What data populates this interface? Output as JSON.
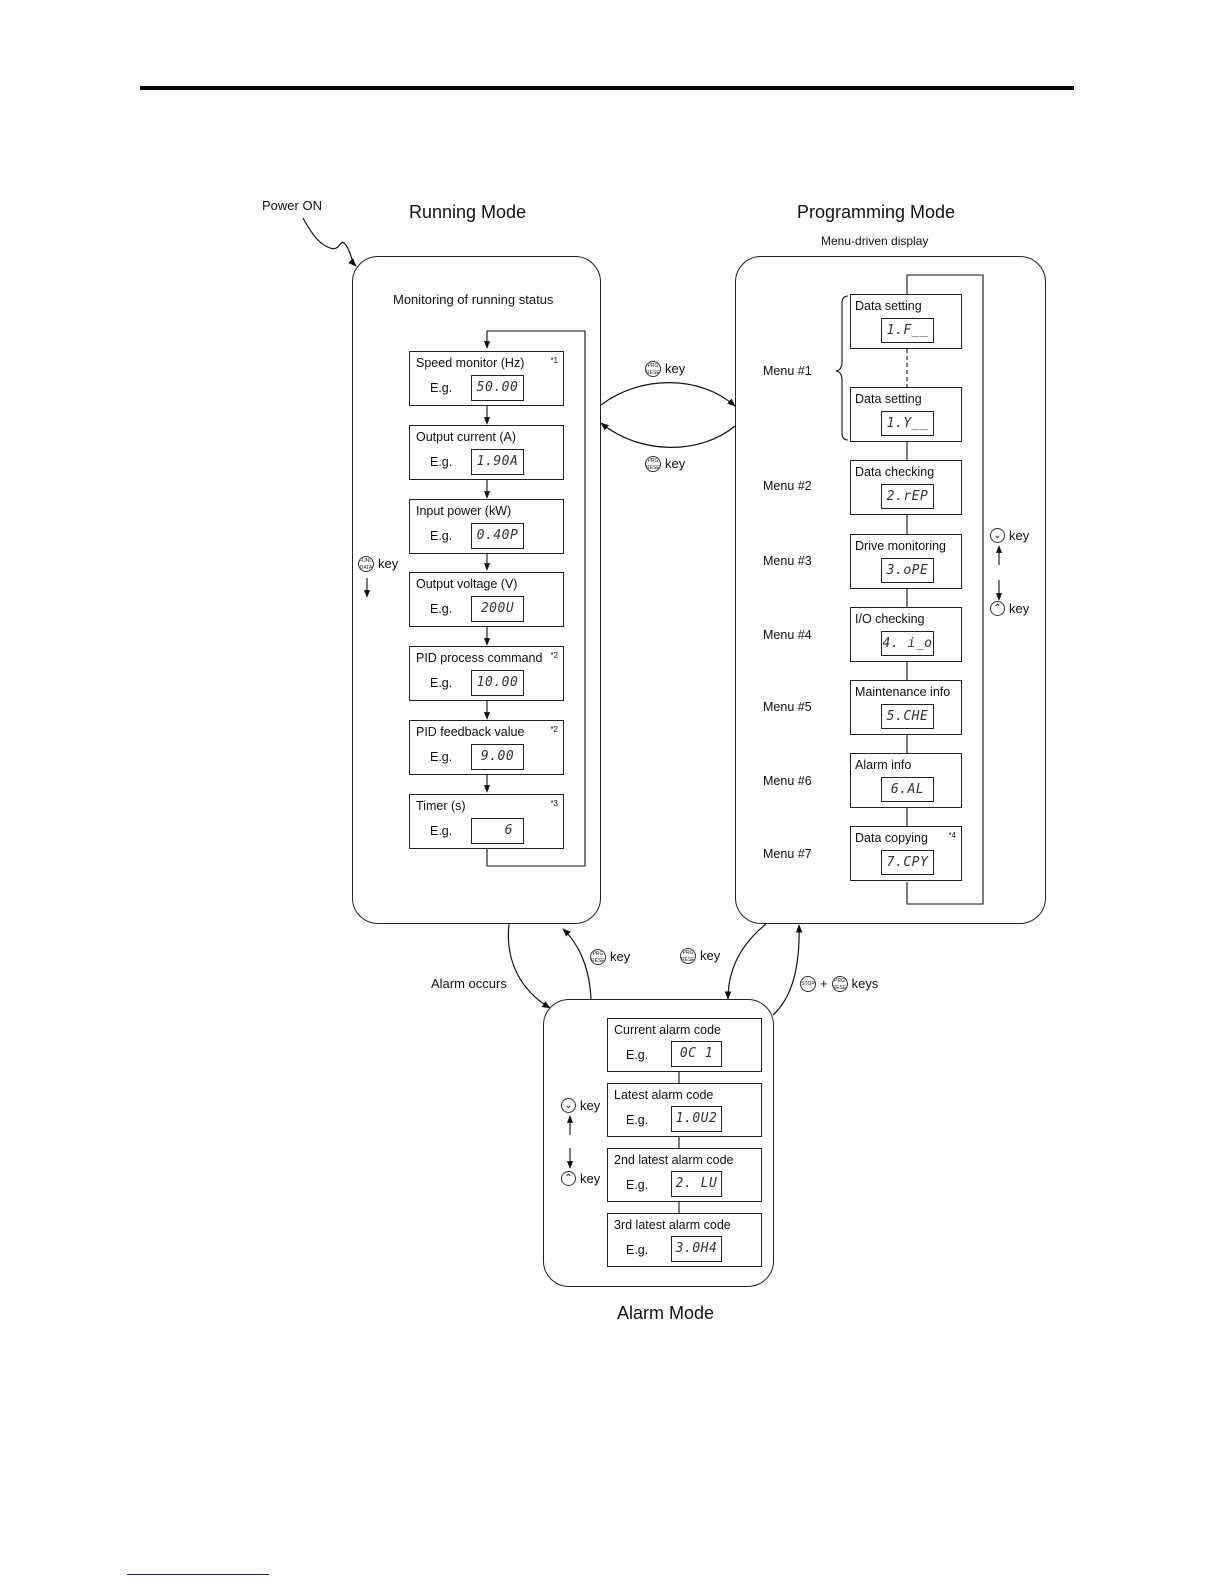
{
  "page": {
    "header_rule": true,
    "footer_rule_color": "#1b1b8f"
  },
  "power_on": "Power ON",
  "running_mode": {
    "title": "Running Mode",
    "subtitle": "Monitoring of running status",
    "eg_label": "E.g.",
    "func_key_label": "key",
    "func_key_glyph": "FUNC DATA",
    "items": [
      {
        "label": "Speed monitor (Hz)",
        "display": "50.00",
        "note": "*1"
      },
      {
        "label": "Output current (A)",
        "display": "1.90A",
        "note": ""
      },
      {
        "label": "Input power (kW)",
        "display": "0.40P",
        "note": ""
      },
      {
        "label": "Output voltage (V)",
        "display": "200U",
        "note": ""
      },
      {
        "label": "PID process command",
        "display": "10.00",
        "note": "*2"
      },
      {
        "label": "PID feedback value",
        "display": "9.00",
        "note": "*2"
      },
      {
        "label": "Timer (s)",
        "display": "6",
        "note": "*3"
      }
    ]
  },
  "programming_mode": {
    "title": "Programming Mode",
    "subtitle": "Menu-driven display",
    "down_key_label": "key",
    "up_key_label": "key",
    "menus": [
      {
        "menu": "Menu #1",
        "label": "Data setting",
        "display": "1.F__",
        "note": ""
      },
      {
        "menu": "",
        "label": "Data setting",
        "display": "1.Y__",
        "note": ""
      },
      {
        "menu": "Menu #2",
        "label": "Data checking",
        "display": "2.rEP",
        "note": ""
      },
      {
        "menu": "Menu #3",
        "label": "Drive monitoring",
        "display": "3.oPE",
        "note": ""
      },
      {
        "menu": "Menu #4",
        "label": "I/O checking",
        "display": "4. i_o",
        "note": ""
      },
      {
        "menu": "Menu #5",
        "label": "Maintenance info",
        "display": "5.CHE",
        "note": ""
      },
      {
        "menu": "Menu #6",
        "label": "Alarm info",
        "display": "6.AL",
        "note": ""
      },
      {
        "menu": "Menu #7",
        "label": "Data copying",
        "display": "7.CPY",
        "note": "*4"
      }
    ]
  },
  "transitions": {
    "run_to_prog": {
      "glyph": "PRG RESET",
      "label": "key"
    },
    "prog_to_run": {
      "glyph": "PRG RESET",
      "label": "key"
    },
    "alarm_occurs": "Alarm occurs",
    "alarm_to_run": {
      "glyph": "PRG RESET",
      "label": "key"
    },
    "prog_to_alarm": {
      "glyph": "PRG RESET",
      "label": "key"
    },
    "alarm_to_prog": {
      "glyph1": "STOP",
      "plus": "+",
      "glyph2": "PRG RESET",
      "label": "keys"
    }
  },
  "alarm_mode": {
    "title": "Alarm Mode",
    "eg_label": "E.g.",
    "down_key_label": "key",
    "up_key_label": "key",
    "items": [
      {
        "label": "Current alarm code",
        "display": "0C 1"
      },
      {
        "label": "Latest alarm code",
        "display": "1.0U2"
      },
      {
        "label": "2nd latest alarm code",
        "display": "2. LU"
      },
      {
        "label": "3rd latest alarm code",
        "display": "3.0H4"
      }
    ]
  }
}
